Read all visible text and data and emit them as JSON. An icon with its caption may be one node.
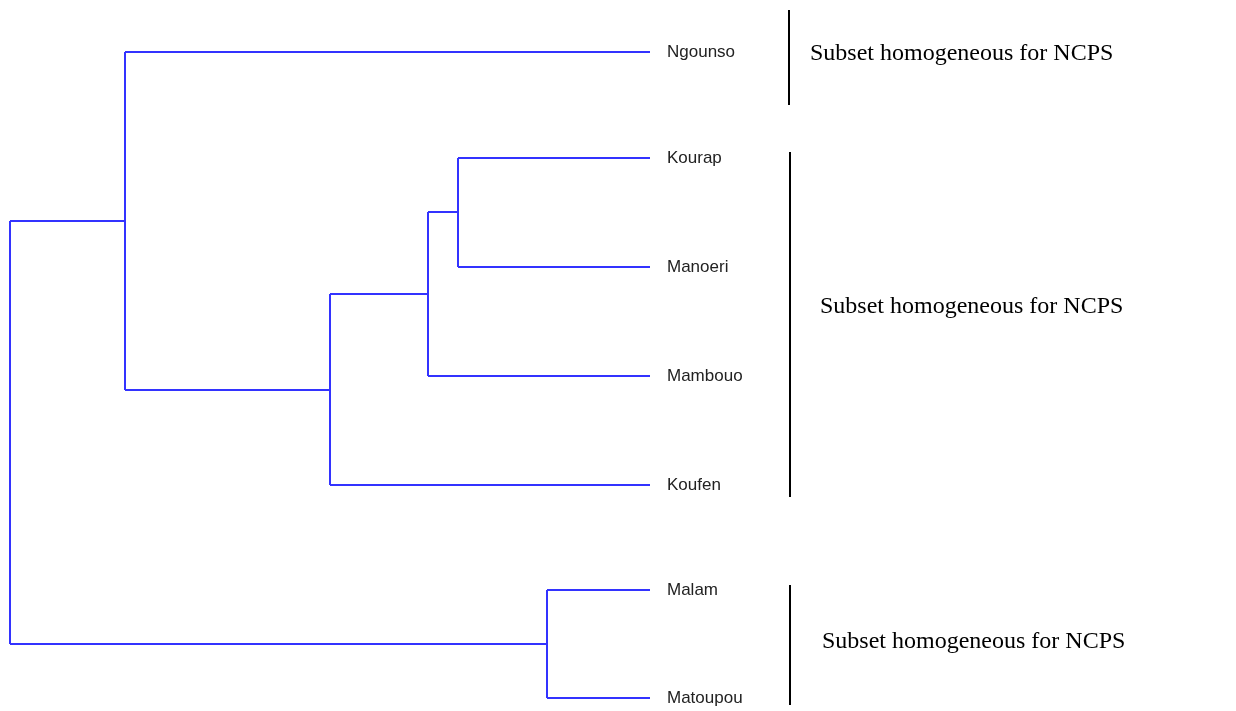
{
  "diagram": {
    "nodes": [
      {
        "text": [
          "Ngounso"
        ]
      },
      {
        "text": [
          "Kourap"
        ]
      },
      {
        "text": [
          "Manoeri"
        ]
      },
      {
        "text": [
          "Mambouo"
        ]
      },
      {
        "text": [
          "Koufen"
        ]
      },
      {
        "text": [
          "Malam"
        ]
      },
      {
        "text": [
          "Matoupou"
        ]
      }
    ],
    "labels": [
      "Subset homogeneous for NCPS",
      "Subset homogeneous for NCPS",
      "Subset homogeneous for NCPS"
    ]
  }
}
